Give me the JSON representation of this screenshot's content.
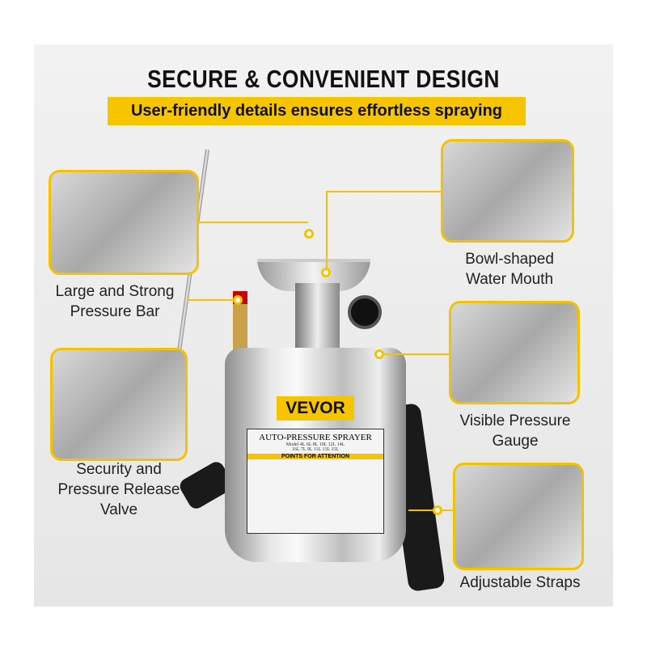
{
  "header": {
    "title": "SECURE & CONVENIENT DESIGN",
    "subtitle": "User-friendly details ensures effortless spraying"
  },
  "features": [
    {
      "line1": "Large and Strong",
      "line2": "Pressure Bar"
    },
    {
      "line1": "Security and",
      "line2": "Pressure Release",
      "line3": "Valve"
    },
    {
      "line1": "Bowl-shaped",
      "line2": "Water Mouth"
    },
    {
      "line1": "Visible Pressure",
      "line2": "Gauge"
    },
    {
      "line1": "Adjustable Straps"
    }
  ],
  "product": {
    "brand": "VEVOR",
    "label_title": "AUTO-PRESSURE SPRAYER",
    "model_line1": "Model  4L  6L  8L  10L  12L  14L",
    "model_line2": "16L  7L  9L  11L  13L  15L",
    "attention": "POINTS FOR ATTENTION"
  },
  "colors": {
    "accent": "#f7c400"
  }
}
